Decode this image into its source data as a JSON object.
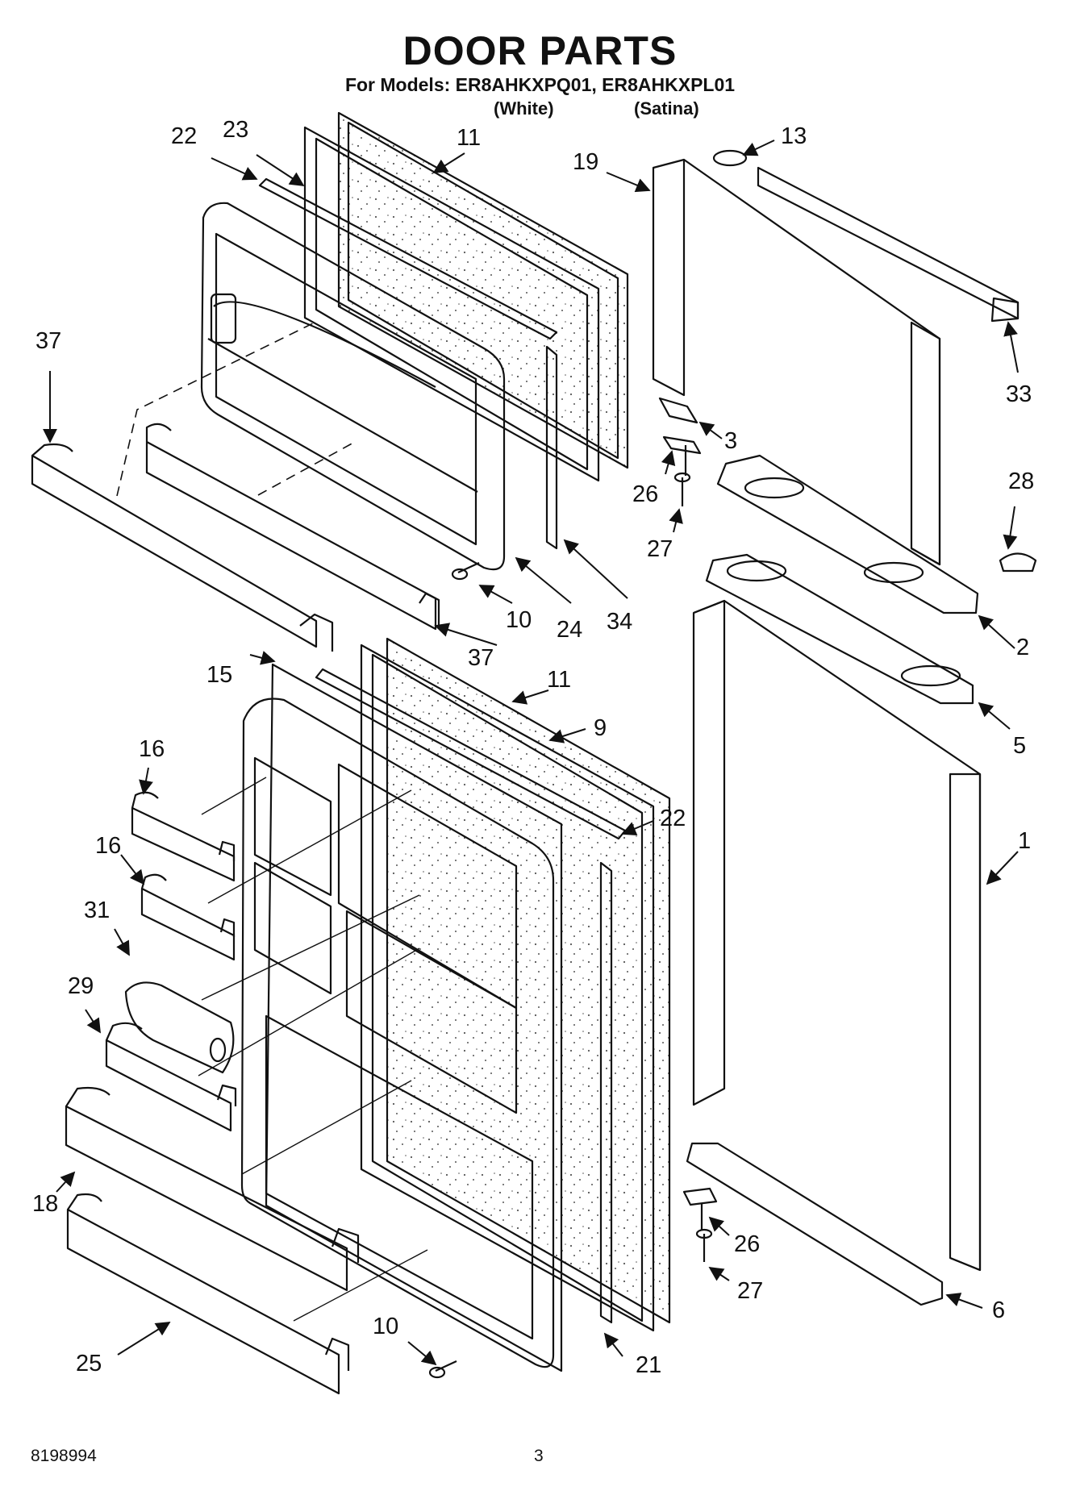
{
  "header": {
    "title": "DOOR PARTS",
    "subtitle": "For Models: ER8AHKXPQ01, ER8AHKXPL01",
    "color_white": "(White)",
    "color_satina": "(Satina)"
  },
  "callouts": {
    "c22a": "22",
    "c23": "23",
    "c11a": "11",
    "c19": "19",
    "c13": "13",
    "c37a": "37",
    "c33": "33",
    "c3": "3",
    "c26a": "26",
    "c27a": "27",
    "c28": "28",
    "c10a": "10",
    "c24": "24",
    "c34": "34",
    "c37b": "37",
    "c2": "2",
    "c15": "15",
    "c11b": "11",
    "c9": "9",
    "c5": "5",
    "c16a": "16",
    "c16b": "16",
    "c22b": "22",
    "c1": "1",
    "c31": "31",
    "c29": "29",
    "c18": "18",
    "c26b": "26",
    "c27b": "27",
    "c6": "6",
    "c10b": "10",
    "c25": "25",
    "c21": "21"
  },
  "footer": {
    "doc_number": "8198994",
    "page_number": "3"
  }
}
